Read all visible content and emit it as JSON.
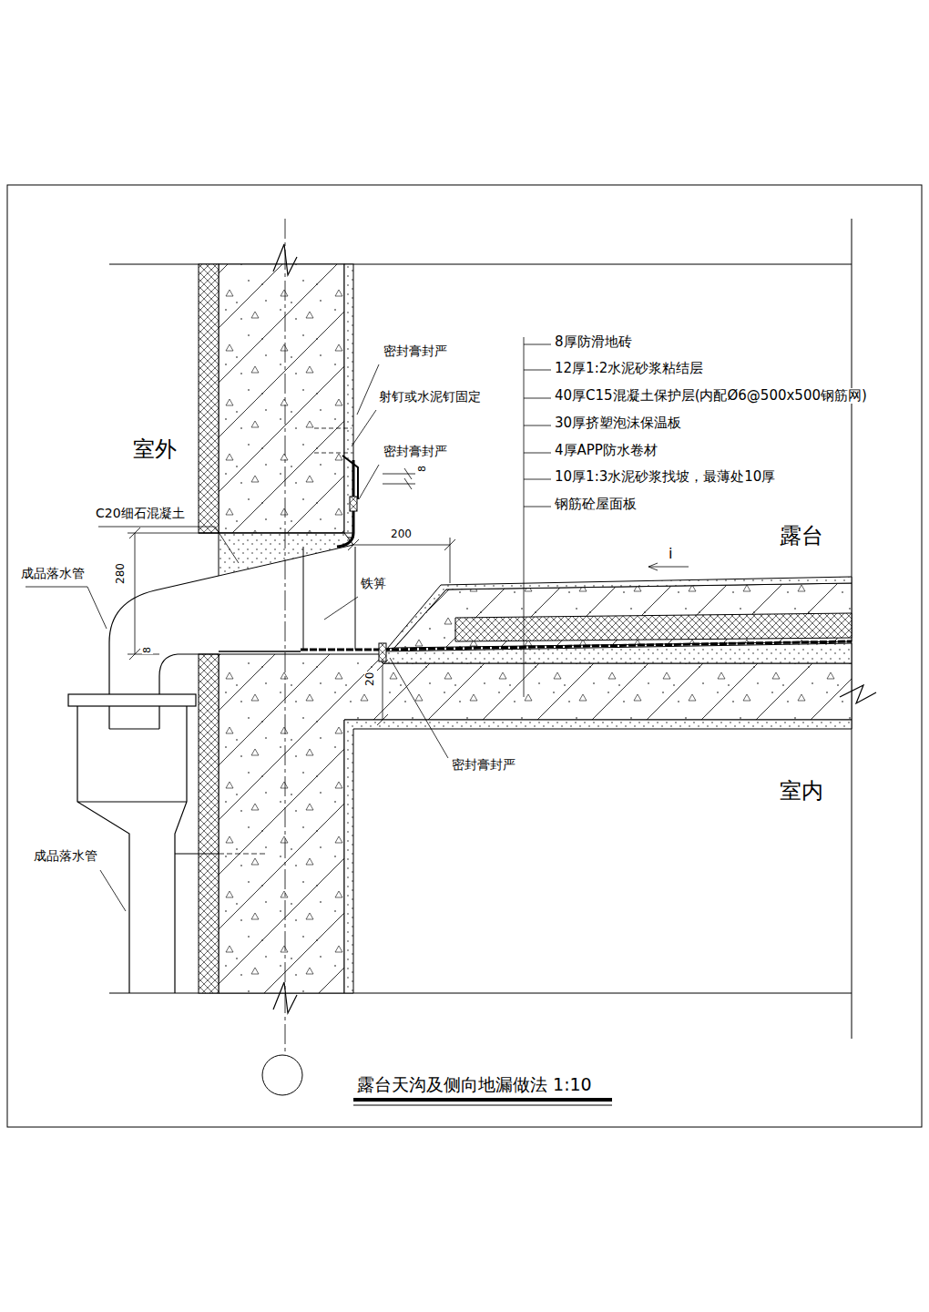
{
  "diagram": {
    "title": "露台天沟及侧向地漏做法 1:10",
    "labels": [
      "室外",
      "露台",
      "室内",
      "密封膏封严",
      "射钉或水泥钉固定",
      "密封膏封严",
      "C20细石混凝土",
      "成品落水管",
      "280",
      "200",
      "铁箅",
      "8",
      "8",
      "20",
      "密封膏封严",
      "成品落水管",
      "8厚防滑地砖",
      "12厚1:2水泥砂浆粘结层",
      "40厚C15混凝土保护层(内配Ø6@500x500钢筋网)",
      "30厚挤塑泡沫保温板",
      "4厚APP防水卷材",
      "10厚1:3水泥砂浆找坡，最薄处10厚",
      "钢筋砼屋面板",
      "i"
    ]
  }
}
